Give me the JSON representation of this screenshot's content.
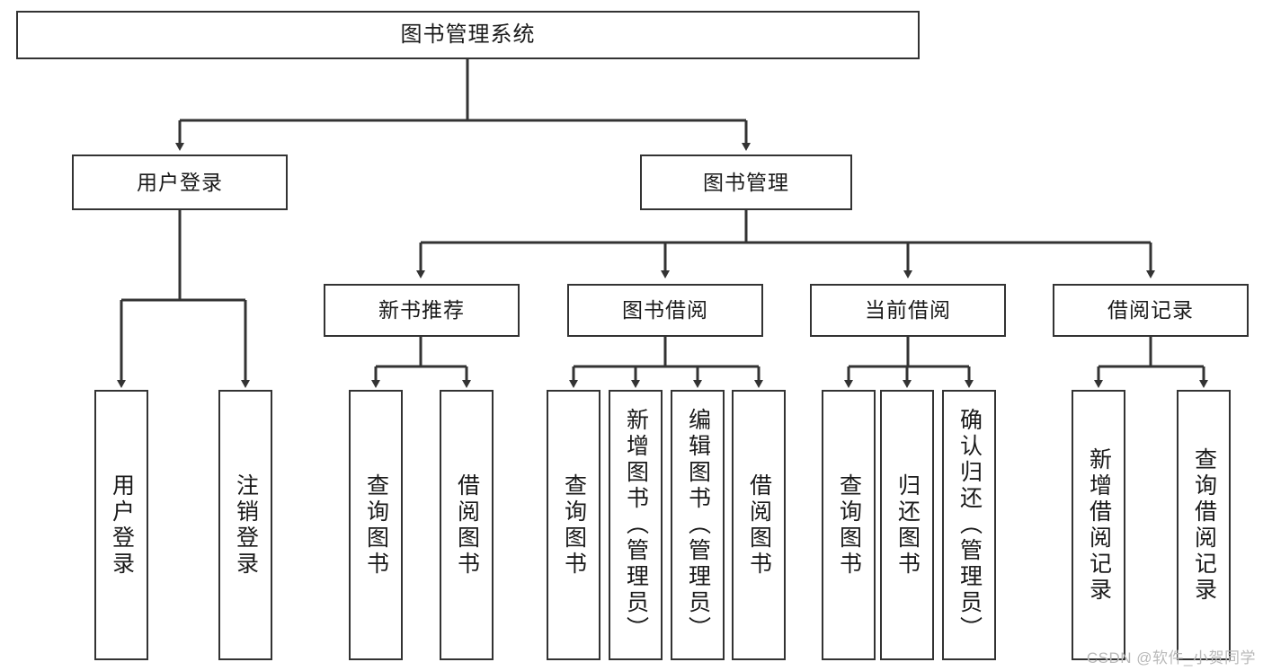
{
  "diagram": {
    "type": "tree",
    "title": "图书管理系统",
    "root": {
      "label": "图书管理系统"
    },
    "level1": [
      {
        "label": "用户登录"
      },
      {
        "label": "图书管理"
      }
    ],
    "level2": [
      {
        "label": "新书推荐"
      },
      {
        "label": "图书借阅"
      },
      {
        "label": "当前借阅"
      },
      {
        "label": "借阅记录"
      }
    ],
    "leaves": {
      "user_login": [
        {
          "label": "用户登录"
        },
        {
          "label": "注销登录"
        }
      ],
      "new_book_recommend": [
        {
          "label": "查询图书"
        },
        {
          "label": "借阅图书"
        }
      ],
      "book_borrow": [
        {
          "label": "查询图书"
        },
        {
          "label": "新增图书（管理员）"
        },
        {
          "label": "编辑图书（管理员）"
        },
        {
          "label": "借阅图书"
        }
      ],
      "current_borrow": [
        {
          "label": "查询图书"
        },
        {
          "label": "归还图书"
        },
        {
          "label": "确认归还（管理员）"
        }
      ],
      "borrow_record": [
        {
          "label": "新增借阅记录"
        },
        {
          "label": "查询借阅记录"
        }
      ]
    },
    "colors": {
      "stroke": "#333333",
      "fill": "#ffffff",
      "text": "#1a1a1a",
      "watermark": "#b9b9b9"
    }
  },
  "watermark": {
    "text": "CSDN @软件_小贺同学"
  }
}
